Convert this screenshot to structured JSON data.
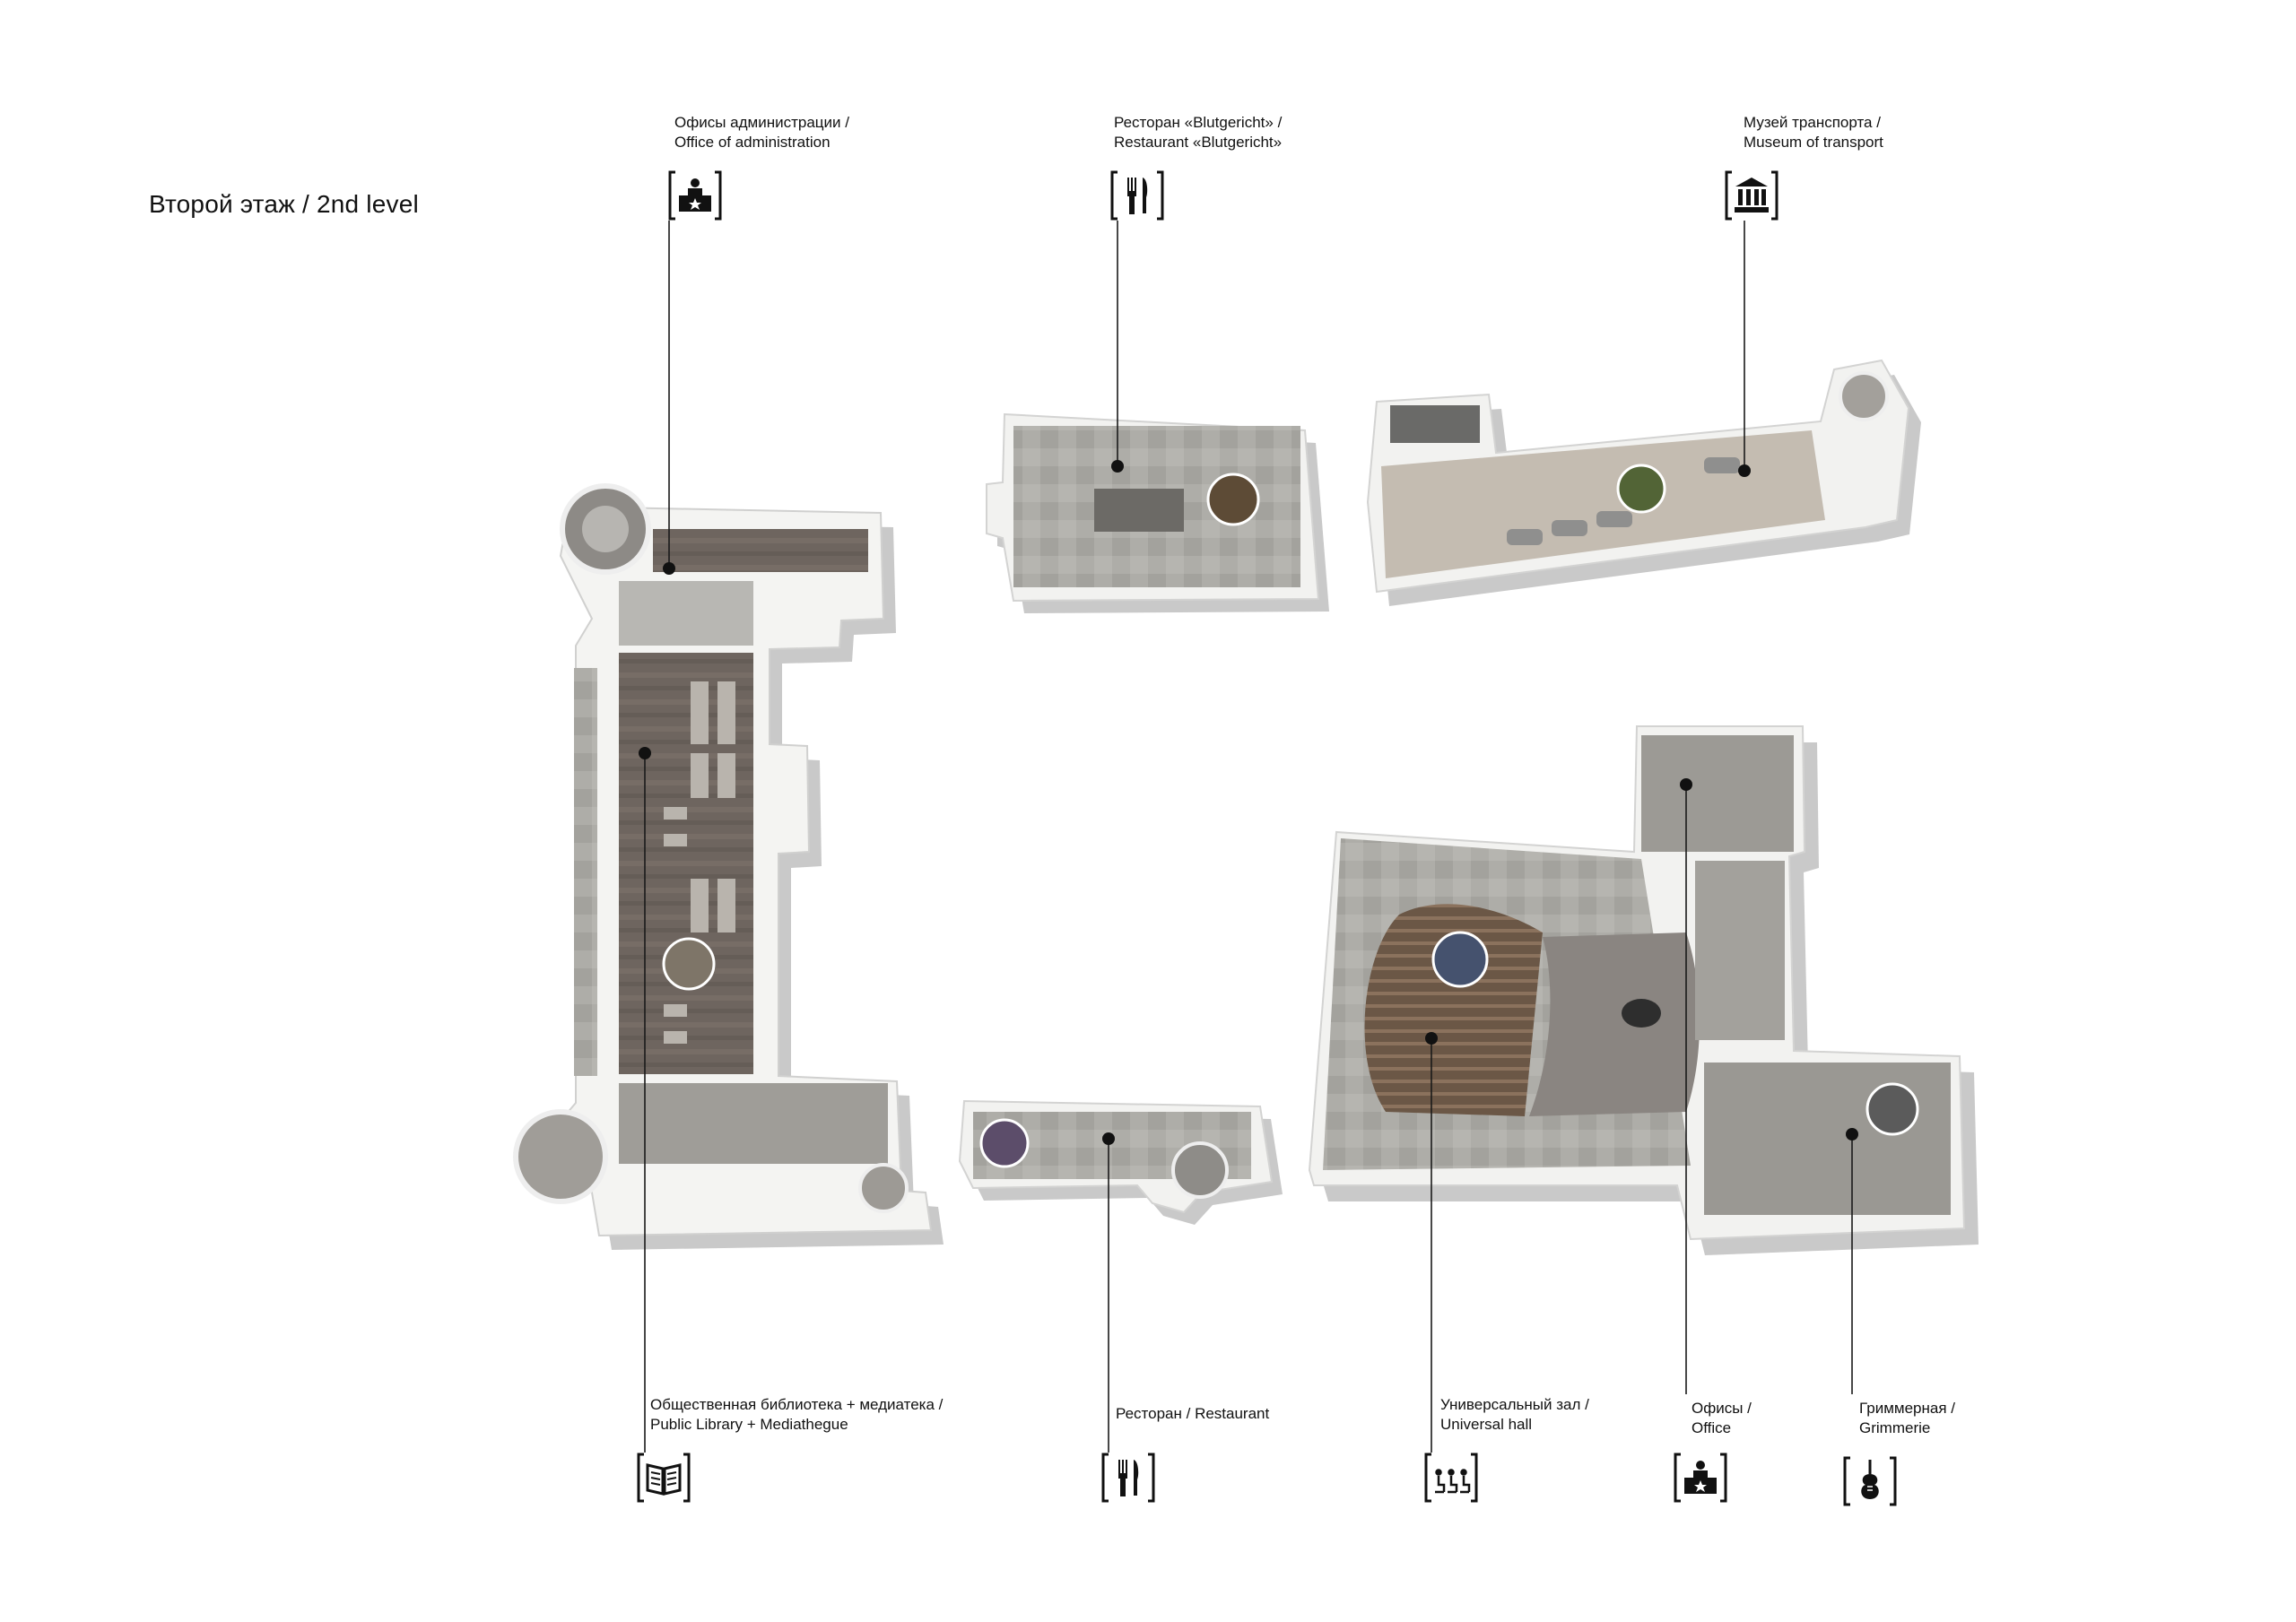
{
  "title": "Второй этаж / 2nd level",
  "labels": {
    "admin": {
      "ru": "Офисы администрации /",
      "en": "Office of administration",
      "icon": "reception-desk-icon"
    },
    "blutgericht": {
      "ru": "Ресторан «Blutgericht» /",
      "en": "Restaurant «Blutgericht»",
      "icon": "fork-knife-icon"
    },
    "transport": {
      "ru": "Музей транспорта /",
      "en": "Museum of transport",
      "icon": "museum-building-icon"
    },
    "library": {
      "ru": "Общественная библиотека + медиатека /",
      "en": "Public Library + Mediathegue",
      "icon": "open-book-icon"
    },
    "restaurant": {
      "ru": "Ресторан / Restaurant",
      "icon": "fork-knife-icon"
    },
    "hall": {
      "ru": "Универсальный зал /",
      "en": "Universal hall",
      "icon": "audience-seats-icon"
    },
    "office": {
      "ru": "Офисы /",
      "en": "Office",
      "icon": "reception-desk-icon"
    },
    "grimmerie": {
      "ru": "Гриммерная /",
      "en": "Grimmerie",
      "icon": "violin-icon"
    }
  },
  "colors": {
    "wall": "#ffffff",
    "shadow": "#c8c8c8",
    "stone": "#a9a8a4",
    "wood": "#6f6660",
    "seats": "#7a6552",
    "ink": "#111111"
  }
}
